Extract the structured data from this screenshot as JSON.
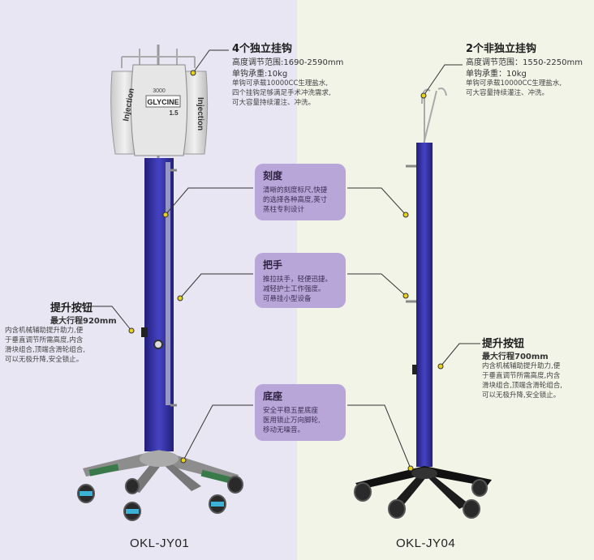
{
  "colors": {
    "accent_purple": "#b8a6d8",
    "pole_blue": "#3a36a8",
    "pointer_yellow": "#e8d21a"
  },
  "hooks4": {
    "title": "4个独立挂钩",
    "line1": "高度调节范围:1690-2590mm",
    "line2": "单钩承重:10kg",
    "desc": [
      "单钩可承载10000CC生理盐水,",
      "四个挂钩足够满足手术冲洗需求,",
      "可大容量持续灌注、冲洗。"
    ]
  },
  "hooks2": {
    "title": "2个非独立挂钩",
    "line1": "高度调节范围：1550-2250mm",
    "line2": "单钩承重：10kg",
    "desc": [
      "单钩可承载10000CC生理盐水,",
      "可大容量持续灌注、冲洗。"
    ]
  },
  "scale_box": {
    "title": "刻度",
    "desc": [
      "清晰的刻度标尺,快捷",
      "的选择各种高度,英寸",
      "蒸柱专利设计"
    ]
  },
  "handle_box": {
    "title": "把手",
    "desc": [
      "推拉扶手，轻便迅捷。",
      "减轻护士工作强度。",
      "可悬挂小型设备"
    ]
  },
  "base_box": {
    "title": "底座",
    "desc": [
      "安全平稳五星底座",
      "医用锁止万向脚轮,",
      "移动无噪音。"
    ]
  },
  "lift_left": {
    "title": "提升按钮",
    "sub": "最大行程920mm",
    "desc": [
      "内含机械辅助提升助力,便",
      "于垂直调节所需高度,内含",
      "滑块组合,顶端含滑轮组合,",
      "可以无极升降,安全锁止。"
    ]
  },
  "lift_right": {
    "title": "提升按钮",
    "sub": "最大行程700mm",
    "desc": [
      "内含机械辅助提升助力,便",
      "于垂直调节所需高度,内含",
      "滑块组合,顶端含滑轮组合,",
      "可以无极升降,安全锁止。"
    ]
  },
  "bag_labels": {
    "left": "Injection",
    "center": "GLYCINE",
    "volume": "3000",
    "conc": "1.5",
    "right": "Injection"
  },
  "models": {
    "left": "OKL-JY01",
    "right": "OKL-JY04"
  }
}
